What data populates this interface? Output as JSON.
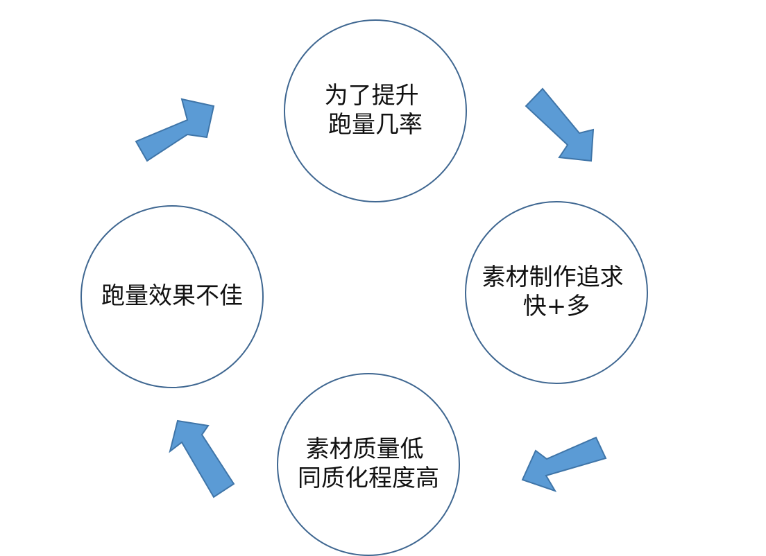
{
  "colors": {
    "circle_stroke": "#3f6791",
    "arrow_fill": "#5b9bd5",
    "arrow_stroke": "#3f75a8",
    "text": "#111111"
  },
  "nodes": [
    {
      "id": "top",
      "lines": [
        "为了提升",
        "跑量几率"
      ]
    },
    {
      "id": "right",
      "lines": [
        "素材制作追求",
        "快+多"
      ]
    },
    {
      "id": "bottom",
      "lines": [
        "素材质量低",
        "同质化程度高"
      ]
    },
    {
      "id": "left",
      "lines": [
        "跑量效果不佳"
      ]
    }
  ],
  "arrows": [
    {
      "from": "top",
      "to": "right"
    },
    {
      "from": "right",
      "to": "bottom"
    },
    {
      "from": "bottom",
      "to": "left"
    },
    {
      "from": "left",
      "to": "top"
    }
  ]
}
